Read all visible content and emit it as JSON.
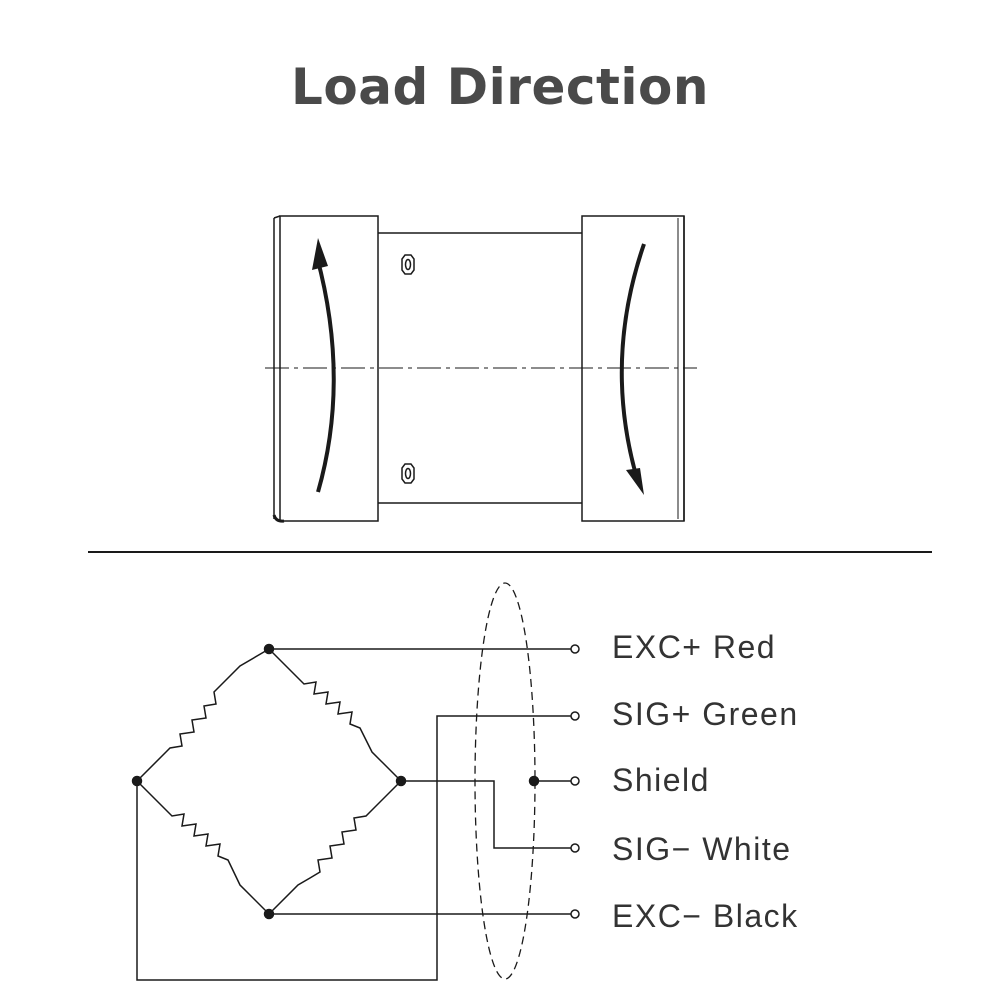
{
  "title": "Load Direction",
  "colors": {
    "line": "#1a1a1a",
    "text": "#333333",
    "title": "#4a4a4a"
  },
  "wires": [
    {
      "id": "exc-plus",
      "label": "EXC+ Red"
    },
    {
      "id": "sig-plus",
      "label": "SIG+ Green"
    },
    {
      "id": "shield",
      "label": "Shield"
    },
    {
      "id": "sig-minus",
      "label": "SIG− White"
    },
    {
      "id": "exc-minus",
      "label": "EXC− Black"
    }
  ]
}
